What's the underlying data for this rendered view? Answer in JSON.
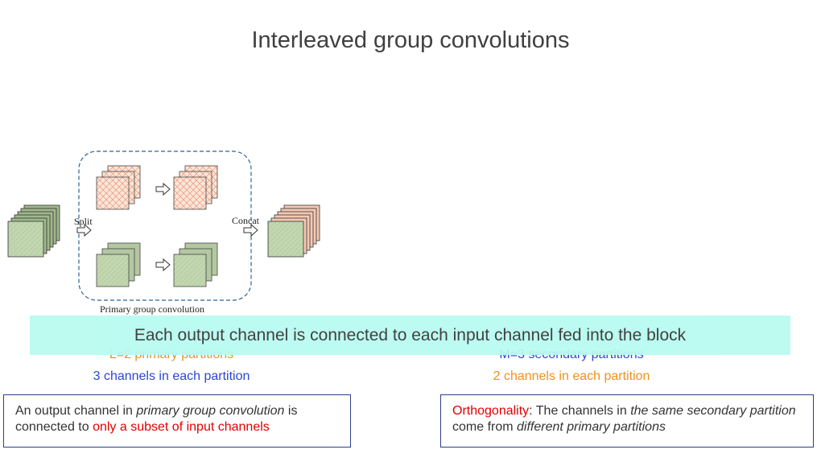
{
  "title": "Interleaved group convolutions",
  "diagram": {
    "split_label": "Split",
    "concat_label": "Concat",
    "group_label": "Primary group convolution"
  },
  "left_partitions": {
    "count_line": "L=2 primary partitions",
    "channels_line": "3 channels in each partition"
  },
  "right_partitions": {
    "count_line": "M=3 secondary partitions",
    "channels_line": "2 channels in each partition"
  },
  "banner": "Each output channel is connected to each input channel fed into the block",
  "note_left": {
    "part1": "An output channel in ",
    "italic1": "primary group convolution",
    "part2": " is connected to ",
    "red": "only a subset of input channels"
  },
  "note_right": {
    "red": "Orthogonality",
    "part1": ": The channels in ",
    "italic1": "the same secondary partition",
    "part2": " come from ",
    "italic2": "different primary partitions"
  },
  "colors": {
    "orange": "#f0901c",
    "blue": "#2c46d6",
    "red": "#e00000",
    "banner_bg": "#b8fbf0",
    "green_face": "#c2d6b0",
    "orange_face": "#fbe3d6",
    "group_border": "#2a6496"
  }
}
